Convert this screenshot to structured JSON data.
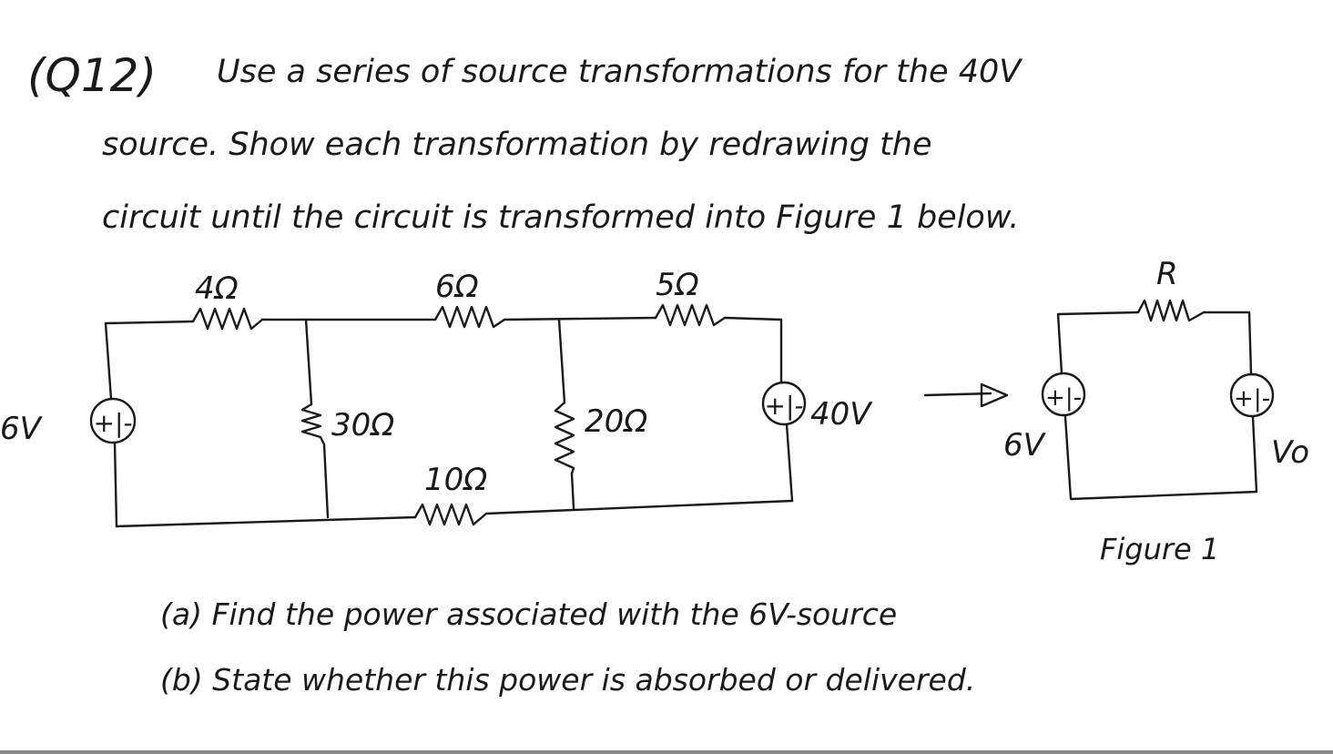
{
  "question": {
    "number": "(Q12)",
    "lines": [
      "Use a series of source transformations for the 40V",
      "source. Show each transformation by redrawing the",
      "circuit until the circuit is transformed into Figure 1 below."
    ]
  },
  "circuit": {
    "left_source_label": "6V",
    "source_symbol": "+|-",
    "resistors": {
      "top_1": "4Ω",
      "top_2": "6Ω",
      "top_3": "5Ω",
      "shunt_1": "30Ω",
      "shunt_2": "20Ω",
      "bottom": "10Ω"
    },
    "right_source_label": "40V"
  },
  "figure1": {
    "resistor_label": "R",
    "source_label": "6V",
    "output_label": "Vo",
    "caption": "Figure 1"
  },
  "parts": [
    "(a) Find the power associated with the 6V-source",
    "(b) State whether this power is absorbed or delivered."
  ]
}
